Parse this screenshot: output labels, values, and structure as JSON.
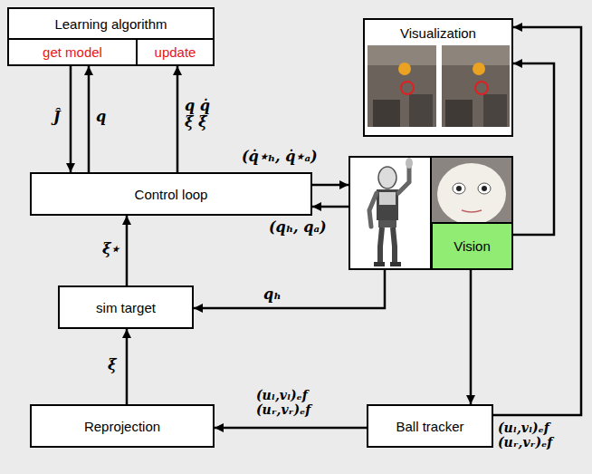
{
  "diagram": {
    "nodes": [
      {
        "text": [
          "Learning algorithm"
        ]
      },
      {
        "text": [
          "get model"
        ],
        "in": 0
      },
      {
        "text": [
          "update"
        ],
        "in": 0
      },
      {
        "text": [
          "Visualization"
        ]
      },
      {
        "text": [
          "Control loop"
        ]
      },
      {
        "text": []
      },
      {
        "text": [
          "Vision"
        ],
        "in": 5
      },
      {
        "text": [
          "sim target"
        ]
      },
      {
        "text": [
          "Reprojection"
        ]
      },
      {
        "text": [
          "Ball tracker"
        ]
      }
    ],
    "edges": [
      {
        "from": 1,
        "to": 4,
        "arrow": "to",
        "label": "Ĵ"
      },
      {
        "from": 4,
        "to": 1,
        "arrow": "to",
        "label": "q"
      },
      {
        "from": 4,
        "to": 2,
        "arrow": "to",
        "label": "q q̇ ξ ξ̇"
      },
      {
        "from": 4,
        "to": 5,
        "arrow": "to",
        "label": "(q̇⋆ₕ, q̇⋆ₐ)"
      },
      {
        "from": 5,
        "to": 4,
        "arrow": "to",
        "label": "(qₕ, qₐ)"
      },
      {
        "from": 5,
        "to": 7,
        "arrow": "to",
        "label": "qₕ"
      },
      {
        "from": 6,
        "to": 3,
        "arrow": "to"
      },
      {
        "from": 6,
        "to": 9,
        "arrow": "to"
      },
      {
        "from": 9,
        "to": 3,
        "arrow": "to",
        "label": "(uₗ,vₗ)ₑf (uᵣ,vᵣ)ₑf"
      },
      {
        "from": 9,
        "to": 8,
        "arrow": "to",
        "label": "(uₗ,vₗ)ₑf (uᵣ,vᵣ)ₑf"
      },
      {
        "from": 8,
        "to": 7,
        "arrow": "to",
        "label": "ξ"
      },
      {
        "from": 7,
        "to": 4,
        "arrow": "to",
        "label": "ξ⋆"
      }
    ]
  }
}
